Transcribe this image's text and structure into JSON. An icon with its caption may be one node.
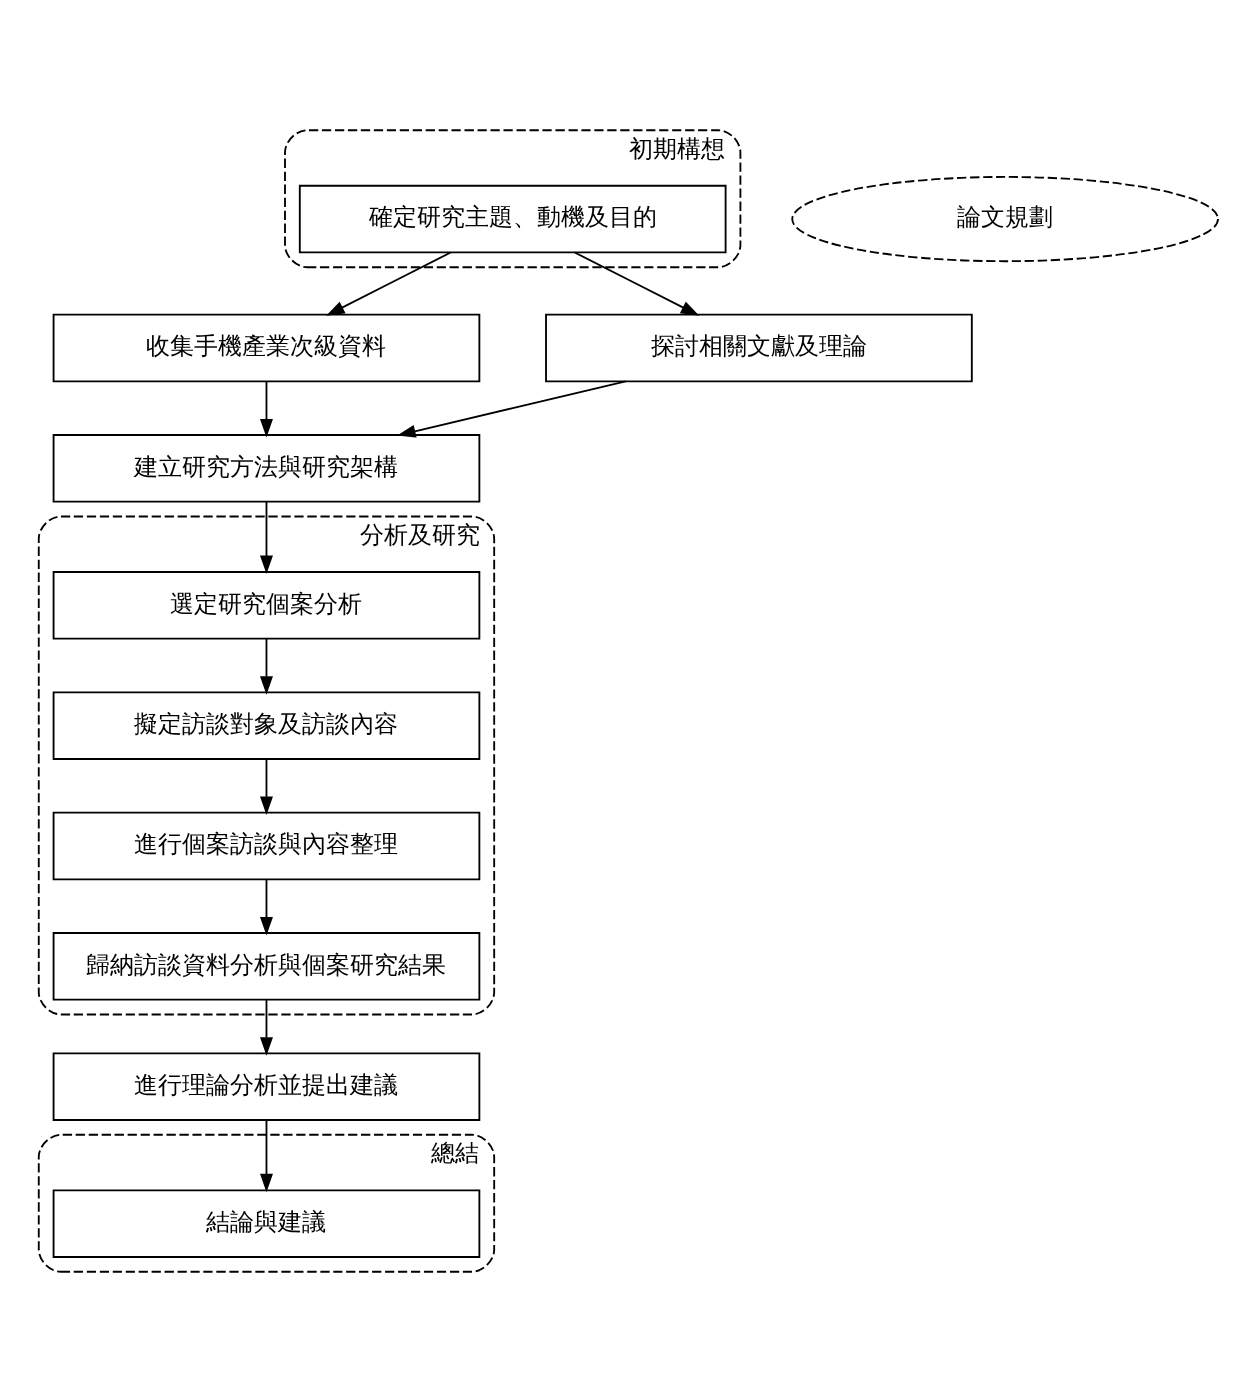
{
  "diagram": {
    "nodes": [
      {
        "text": [
          "初期構想"
        ]
      },
      {
        "text": [
          "確定研究主題、動機及目的"
        ],
        "in": 0
      },
      {
        "text": [
          "收集手機產業次級資料"
        ]
      },
      {
        "text": [
          "探討相關文獻及理論"
        ]
      },
      {
        "text": [
          "論文規劃"
        ]
      },
      {
        "text": [
          "建立研究方法與研究架構"
        ]
      },
      {
        "text": [
          "分析及研究"
        ]
      },
      {
        "text": [
          "選定研究個案分析"
        ],
        "in": 6
      },
      {
        "text": [
          "擬定訪談對象及訪談內容"
        ],
        "in": 6
      },
      {
        "text": [
          "進行個案訪談與內容整理"
        ],
        "in": 6
      },
      {
        "text": [
          "歸納訪談資料分析與個案研究結果"
        ],
        "in": 6
      },
      {
        "text": [
          "進行理論分析並提出建議"
        ]
      },
      {
        "text": [
          "總結"
        ]
      },
      {
        "text": [
          "結論與建議"
        ],
        "in": 12
      }
    ],
    "edges": [
      {
        "from": 1,
        "to": 2,
        "arrow": "to"
      },
      {
        "from": 1,
        "to": 3,
        "arrow": "to"
      },
      {
        "from": 2,
        "to": 5,
        "arrow": "to"
      },
      {
        "from": 3,
        "to": 5,
        "arrow": "to"
      },
      {
        "from": 5,
        "to": 7,
        "arrow": "to"
      },
      {
        "from": 7,
        "to": 8,
        "arrow": "to"
      },
      {
        "from": 8,
        "to": 9,
        "arrow": "to"
      },
      {
        "from": 9,
        "to": 10,
        "arrow": "to"
      },
      {
        "from": 10,
        "to": 11,
        "arrow": "to"
      },
      {
        "from": 11,
        "to": 13,
        "arrow": "to"
      }
    ]
  }
}
